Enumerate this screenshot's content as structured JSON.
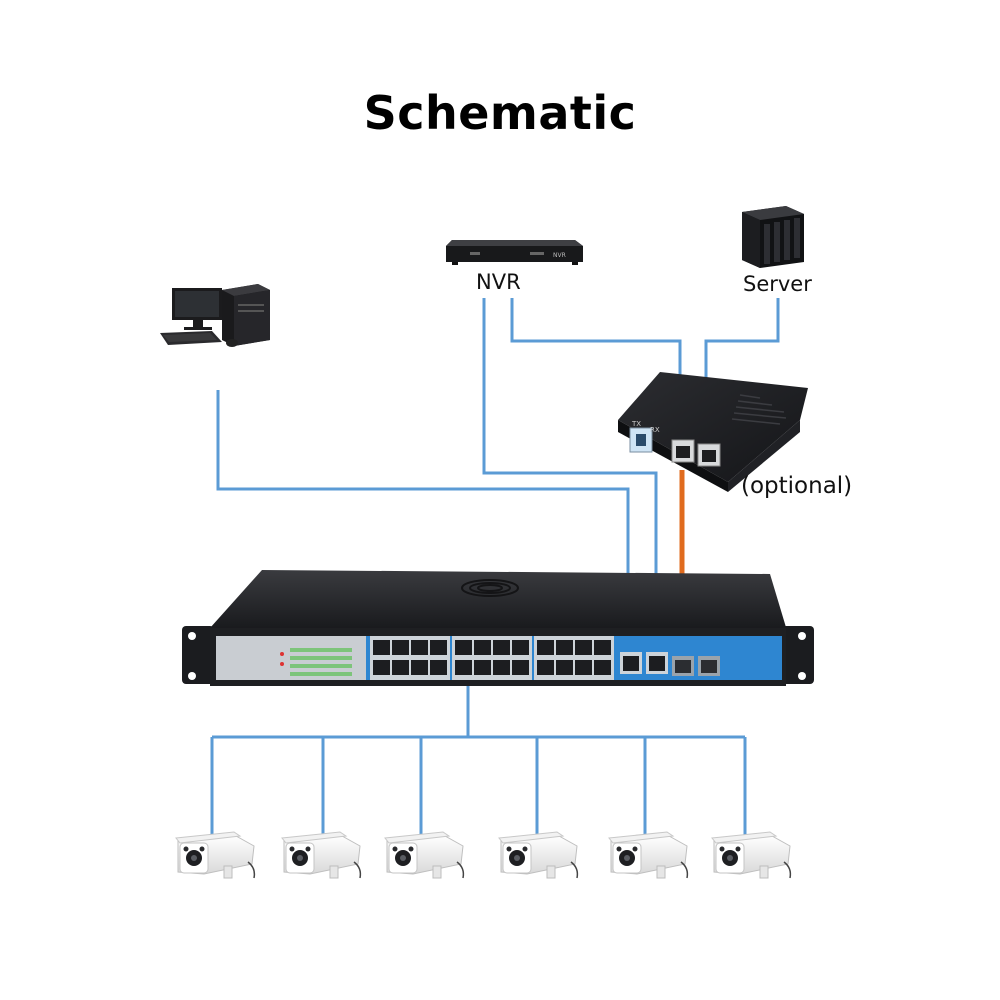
{
  "title": "Schematic",
  "labels": {
    "nvr": "NVR",
    "server": "Server",
    "optional": "(optional)"
  },
  "device_text": {
    "nvr_badge": "NVR",
    "converter_tx": "TX",
    "converter_rx": "RX"
  },
  "colors": {
    "ethernet_cable": "#5b9bd5",
    "fiber_cable": "#e06b1e",
    "switch_body": "#1e1f22",
    "switch_accent": "#2e86d1",
    "port_led": "#7dc47a"
  },
  "devices": {
    "pc": "pc-icon",
    "nvr": "nvr-icon",
    "server": "server-rack-icon",
    "media_converter": "media-converter-icon",
    "switch": "poe-switch-icon",
    "camera": "bullet-camera-icon"
  },
  "camera_count": 6
}
